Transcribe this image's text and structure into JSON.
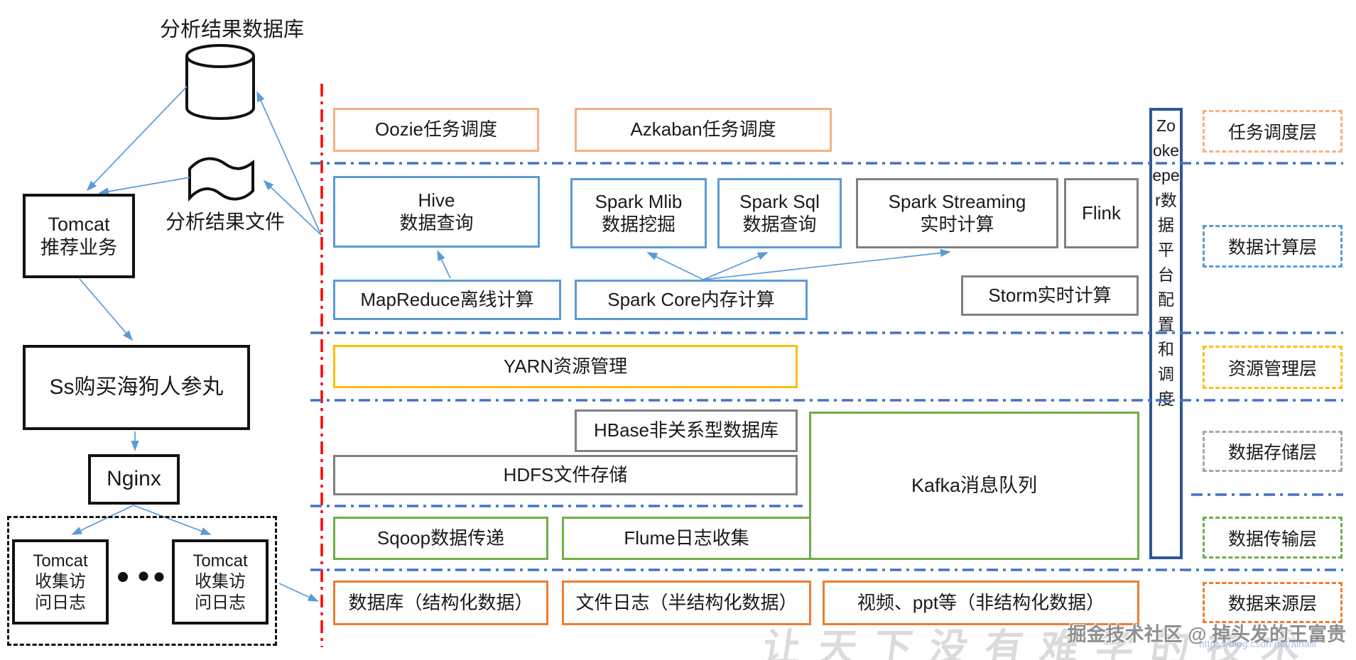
{
  "left_flow": {
    "db_label": "分析结果数据库",
    "file_label": "分析结果文件",
    "tomcat_line1": "Tomcat",
    "tomcat_line2": "推荐业务",
    "ss_label": "Ss购买海狗人参丸",
    "nginx_label": "Nginx",
    "dots": "● ● ●",
    "collector1_line1": "Tomcat",
    "collector1_line2": "收集访",
    "collector1_line3": "问日志",
    "collector2_line1": "Tomcat",
    "collector2_line2": "收集访",
    "collector2_line3": "问日志"
  },
  "scheduling": {
    "oozie": "Oozie任务调度",
    "azkaban": "Azkaban任务调度"
  },
  "compute": {
    "hive_line1": "Hive",
    "hive_line2": "数据查询",
    "mlib_line1": "Spark Mlib",
    "mlib_line2": "数据挖掘",
    "sql_line1": "Spark Sql",
    "sql_line2": "数据查询",
    "streaming_line1": "Spark Streaming",
    "streaming_line2": "实时计算",
    "flink": "Flink",
    "mapreduce": "MapReduce离线计算",
    "sparkcore": "Spark Core内存计算",
    "storm": "Storm实时计算"
  },
  "resource": {
    "yarn": "YARN资源管理"
  },
  "storage": {
    "hbase": "HBase非关系型数据库",
    "hdfs": "HDFS文件存储",
    "kafka": "Kafka消息队列"
  },
  "transfer": {
    "sqoop": "Sqoop数据传递",
    "flume": "Flume日志收集"
  },
  "source": {
    "db": "数据库（结构化数据）",
    "filelog": "文件日志（半结构化数据）",
    "video": "视频、ppt等（非结构化数据）"
  },
  "zookeeper": {
    "label": "Zookeeper数据平台配置和调度"
  },
  "layer_labels": {
    "scheduling": "任务调度层",
    "compute": "数据计算层",
    "resource": "资源管理层",
    "storage": "数据存储层",
    "transfer": "数据传输层",
    "source": "数据来源层"
  },
  "watermark": {
    "community": "掘金技术社区 @ 掉头发的王富贵",
    "slogan": "让天下没有难学的技术",
    "url": "https://blog.csdn.net/aihaili"
  },
  "colors": {
    "red_divider": "#FF0000",
    "blue_divider": "#4472C4",
    "arrow": "#5B9BD5",
    "scheduling_orange": "#F4B183",
    "compute_blue": "#5B9BD5",
    "neutral_gray": "#808080",
    "resource_gold": "#FFC000",
    "transfer_green": "#70AD47",
    "source_orange": "#ED7D31",
    "zookeeper_blue": "#2F5597"
  }
}
